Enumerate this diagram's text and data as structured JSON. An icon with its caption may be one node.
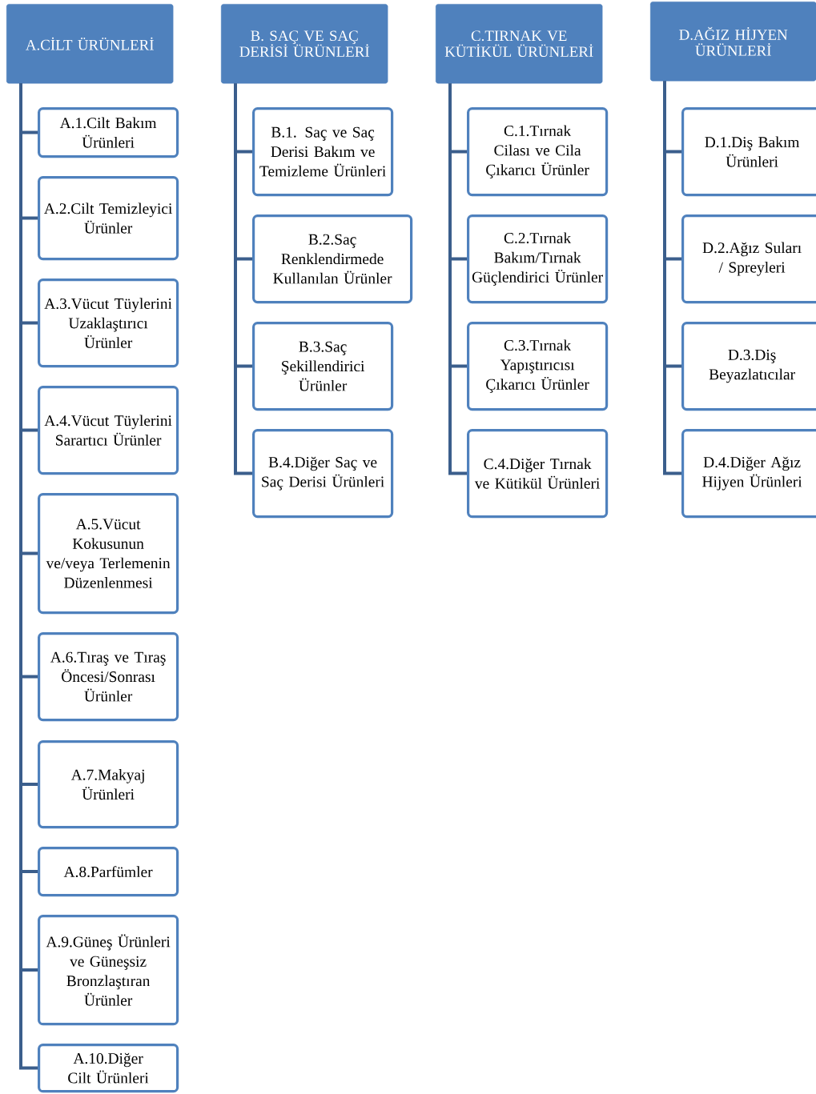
{
  "diagram": {
    "nodes": [
      {
        "text": [
          "A.CİLT ÜRÜNLERİ"
        ]
      },
      {
        "text": [
          "A.1.Cilt Bakım Ürünleri"
        ]
      },
      {
        "text": [
          "A.2.Cilt Temizleyici Ürünler"
        ]
      },
      {
        "text": [
          "A.3.Vücut Tüylerini Uzaklaştırıcı Ürünler"
        ]
      },
      {
        "text": [
          "A.4.Vücut Tüylerini Sarartıcı Ürünler"
        ]
      },
      {
        "text": [
          "A.5.Vücut Kokusunun ve/veya Terlemenin Düzenlenmesi"
        ]
      },
      {
        "text": [
          "A.6.Tıraş ve Tıraş Öncesi/Sonrası Ürünler"
        ]
      },
      {
        "text": [
          "A.7.Makyaj Ürünleri"
        ]
      },
      {
        "text": [
          "A.8.Parfümler"
        ]
      },
      {
        "text": [
          "A.9.Güneş Ürünleri ve Güneşsiz Bronzlaştıran Ürünler"
        ]
      },
      {
        "text": [
          "A.10.Diğer Cilt Ürünleri"
        ]
      },
      {
        "text": [
          "B. SAÇ VE SAÇ DERİSİ ÜRÜNLERİ"
        ]
      },
      {
        "text": [
          "B.1. Saç ve Saç Derisi Bakım ve Temizleme Ürünleri"
        ]
      },
      {
        "text": [
          "B.2.Saç Renklendirmede Kullanılan Ürünler"
        ]
      },
      {
        "text": [
          "B.3.Saç Şekillendirici Ürünler"
        ]
      },
      {
        "text": [
          "B.4.Diğer Saç ve Saç Derisi Ürünleri"
        ]
      },
      {
        "text": [
          "C.TIRNAK VE KÜTİKÜL ÜRÜNLERİ"
        ]
      },
      {
        "text": [
          "C.1.Tırnak Cilası ve Cila Çıkarıcı Ürünler"
        ]
      },
      {
        "text": [
          "C.2.Tırnak Bakım/Tırnak Güçlendirici Ürünler"
        ]
      },
      {
        "text": [
          "C.3.Tırnak Yapıştırıcısı Çıkarıcı Ürünler"
        ]
      },
      {
        "text": [
          "C.4.Diğer Tırnak ve Kütikül Ürünleri"
        ]
      },
      {
        "text": [
          "D.AĞIZ HİJYEN ÜRÜNLERİ"
        ]
      },
      {
        "text": [
          "D.1.Diş Bakım Ürünleri"
        ]
      },
      {
        "text": [
          "D.2.Ağız Suları / Spreyleri"
        ]
      },
      {
        "text": [
          "D.3.Diş Beyazlatıcılar"
        ]
      },
      {
        "text": [
          "D.4.Diğer Ağız Hijyen Ürünleri"
        ]
      }
    ],
    "edges": [
      {
        "from": 0,
        "to": 1,
        "arrow": "none"
      },
      {
        "from": 0,
        "to": 2,
        "arrow": "none"
      },
      {
        "from": 0,
        "to": 3,
        "arrow": "none"
      },
      {
        "from": 0,
        "to": 4,
        "arrow": "none"
      },
      {
        "from": 0,
        "to": 5,
        "arrow": "none"
      },
      {
        "from": 0,
        "to": 6,
        "arrow": "none"
      },
      {
        "from": 0,
        "to": 7,
        "arrow": "none"
      },
      {
        "from": 0,
        "to": 8,
        "arrow": "none"
      },
      {
        "from": 0,
        "to": 9,
        "arrow": "none"
      },
      {
        "from": 0,
        "to": 10,
        "arrow": "none"
      },
      {
        "from": 11,
        "to": 12,
        "arrow": "none"
      },
      {
        "from": 11,
        "to": 13,
        "arrow": "none"
      },
      {
        "from": 11,
        "to": 14,
        "arrow": "none"
      },
      {
        "from": 11,
        "to": 15,
        "arrow": "none"
      },
      {
        "from": 16,
        "to": 17,
        "arrow": "none"
      },
      {
        "from": 16,
        "to": 18,
        "arrow": "none"
      },
      {
        "from": 16,
        "to": 19,
        "arrow": "none"
      },
      {
        "from": 16,
        "to": 20,
        "arrow": "none"
      },
      {
        "from": 21,
        "to": 22,
        "arrow": "none"
      },
      {
        "from": 21,
        "to": 23,
        "arrow": "none"
      },
      {
        "from": 21,
        "to": 24,
        "arrow": "none"
      },
      {
        "from": 21,
        "to": 25,
        "arrow": "none"
      }
    ]
  }
}
